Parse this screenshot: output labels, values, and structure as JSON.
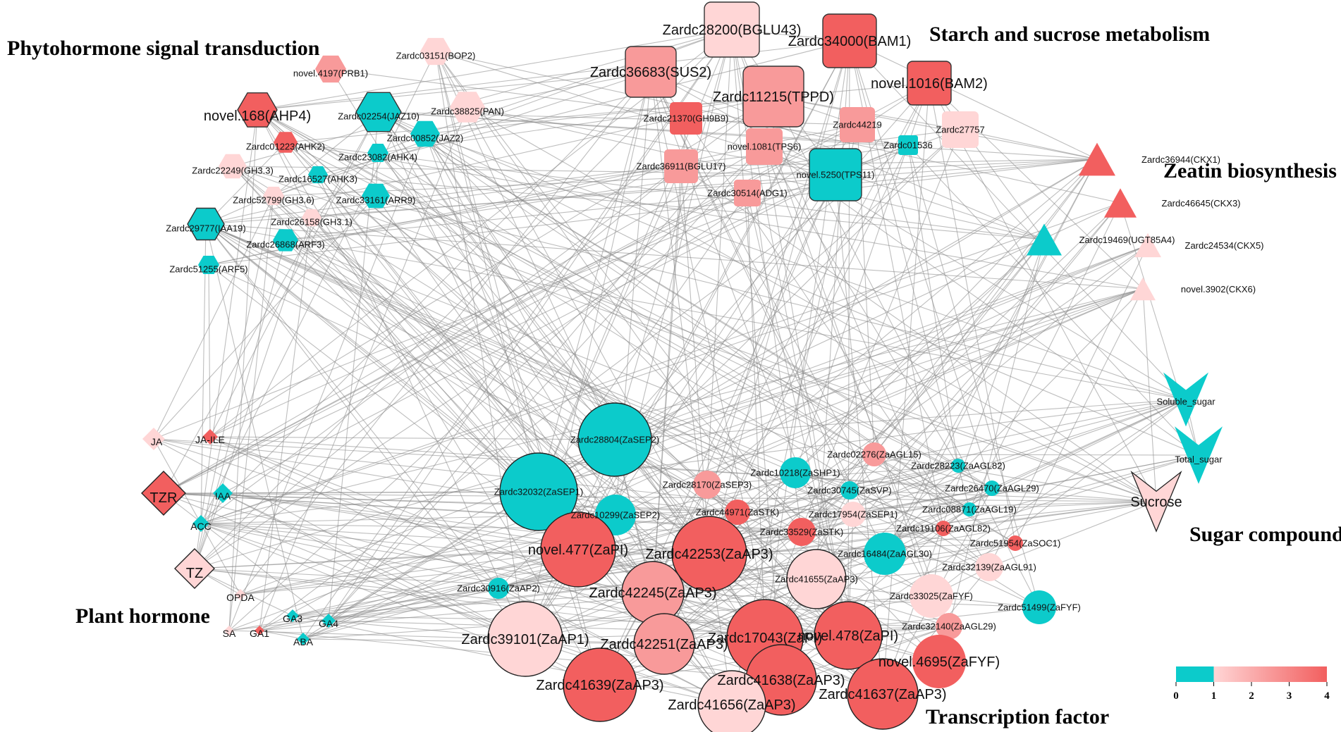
{
  "palette": {
    "teal": "#0ccbcb",
    "low": "#ffd6d6",
    "mid": "#f89a9a",
    "high": "#f25f5f",
    "edge": "#888888"
  },
  "group_labels": [
    {
      "id": "phyto",
      "text": "Phytohormone signal transduction"
    },
    {
      "id": "starch",
      "text": "Starch and sucrose metabolism"
    },
    {
      "id": "zeatin",
      "text": "Zeatin biosynthesis"
    },
    {
      "id": "plant",
      "text": "Plant hormone"
    },
    {
      "id": "sugar",
      "text": "Sugar compounds"
    },
    {
      "id": "tf",
      "text": "Transcription factor"
    }
  ],
  "legend": {
    "ticks": [
      "0",
      "1",
      "2",
      "3",
      "4"
    ],
    "colors": [
      "#0ccbcb",
      "#0ccbcb",
      "#ffd6d6",
      "#f89a9a",
      "#f25f5f"
    ]
  },
  "nodes": [
    {
      "id": "BOP2",
      "label": "Zardc03151(BOP2)",
      "shape": "hex",
      "color": "#ffd6d6"
    },
    {
      "id": "PRB1",
      "label": "novel.4197(PRB1)",
      "shape": "hex",
      "color": "#f89a9a"
    },
    {
      "id": "AHP4",
      "label": "novel.168(AHP4)",
      "shape": "hex",
      "color": "#f25f5f"
    },
    {
      "id": "JAZ10",
      "label": "Zardc02254(JAZ10)",
      "shape": "hex",
      "color": "#0ccbcb"
    },
    {
      "id": "PAN",
      "label": "Zardc38825(PAN)",
      "shape": "hex",
      "color": "#ffd6d6"
    },
    {
      "id": "JAZ2",
      "label": "Zardc00852(JAZ2)",
      "shape": "hex",
      "color": "#0ccbcb"
    },
    {
      "id": "AHK2",
      "label": "Zardc01223(AHK2)",
      "shape": "hex",
      "color": "#f25f5f"
    },
    {
      "id": "AHK4",
      "label": "Zardc23082(AHK4)",
      "shape": "hex",
      "color": "#0ccbcb"
    },
    {
      "id": "GH33",
      "label": "Zardc22249(GH3.3)",
      "shape": "hex",
      "color": "#ffd6d6"
    },
    {
      "id": "AHK3",
      "label": "Zardc16527(AHK3)",
      "shape": "hex",
      "color": "#0ccbcb"
    },
    {
      "id": "GH36",
      "label": "Zardc52799(GH3.6)",
      "shape": "hex",
      "color": "#ffd6d6"
    },
    {
      "id": "ARR9",
      "label": "Zardc33161(ARR9)",
      "shape": "hex",
      "color": "#0ccbcb"
    },
    {
      "id": "GH31",
      "label": "Zardc26158(GH3.1)",
      "shape": "hex",
      "color": "#ffd6d6"
    },
    {
      "id": "IAA19",
      "label": "Zardc29777(IAA19)",
      "shape": "hex",
      "color": "#0ccbcb"
    },
    {
      "id": "ARF3",
      "label": "Zardc26868(ARF3)",
      "shape": "hex",
      "color": "#0ccbcb"
    },
    {
      "id": "ARF5",
      "label": "Zardc51255(ARF5)",
      "shape": "hex",
      "color": "#0ccbcb"
    },
    {
      "id": "BGLU43",
      "label": "Zardc28200(BGLU43)",
      "shape": "rect",
      "color": "#ffd6d6"
    },
    {
      "id": "BAM1",
      "label": "Zardc34000(BAM1)",
      "shape": "rect",
      "color": "#f25f5f"
    },
    {
      "id": "SUS2",
      "label": "Zardc36683(SUS2)",
      "shape": "rect",
      "color": "#f89a9a"
    },
    {
      "id": "TPPD",
      "label": "Zardc11215(TPPD)",
      "shape": "rect",
      "color": "#f89a9a"
    },
    {
      "id": "BAM2",
      "label": "novel.1016(BAM2)",
      "shape": "rect",
      "color": "#f25f5f"
    },
    {
      "id": "GH9B9",
      "label": "Zardc21370(GH9B9)",
      "shape": "rect",
      "color": "#f25f5f"
    },
    {
      "id": "z44219",
      "label": "Zardc44219",
      "shape": "rect",
      "color": "#f89a9a"
    },
    {
      "id": "z27757",
      "label": "Zardc27757",
      "shape": "rect",
      "color": "#ffd6d6"
    },
    {
      "id": "TPS6",
      "label": "novel.1081(TPS6)",
      "shape": "rect",
      "color": "#f89a9a"
    },
    {
      "id": "z01536",
      "label": "Zardc01536",
      "shape": "rect",
      "color": "#0ccbcb"
    },
    {
      "id": "BGLU17",
      "label": "Zardc36911(BGLU17)",
      "shape": "rect",
      "color": "#f89a9a"
    },
    {
      "id": "TPS11",
      "label": "novel.5250(TPS11)",
      "shape": "rect",
      "color": "#0ccbcb"
    },
    {
      "id": "ADG1",
      "label": "Zardc30514(ADG1)",
      "shape": "rect",
      "color": "#f89a9a"
    },
    {
      "id": "CKX1",
      "label": "Zardc36944(CKX1)",
      "shape": "tri",
      "color": "#f25f5f"
    },
    {
      "id": "CKX3",
      "label": "Zardc46645(CKX3)",
      "shape": "tri",
      "color": "#f25f5f"
    },
    {
      "id": "UGT85A4",
      "label": "Zardc19469(UGT85A4)",
      "shape": "tri",
      "color": "#0ccbcb"
    },
    {
      "id": "CKX5",
      "label": "Zardc24534(CKX5)",
      "shape": "tri",
      "color": "#ffd6d6"
    },
    {
      "id": "CKX6",
      "label": "novel.3902(CKX6)",
      "shape": "tri",
      "color": "#ffd6d6"
    },
    {
      "id": "soluble",
      "label": "Soluble_sugar",
      "shape": "vee",
      "color": "#0ccbcb"
    },
    {
      "id": "total",
      "label": "Total_sugar",
      "shape": "vee",
      "color": "#0ccbcb"
    },
    {
      "id": "sucrose",
      "label": "Sucrose",
      "shape": "vee",
      "color": "#ffd6d6"
    },
    {
      "id": "JA",
      "label": "JA",
      "shape": "diamond",
      "color": "#ffd6d6"
    },
    {
      "id": "JAILE",
      "label": "JA-ILE",
      "shape": "diamond",
      "color": "#f25f5f"
    },
    {
      "id": "TZR",
      "label": "TZR",
      "shape": "diamond",
      "color": "#f25f5f"
    },
    {
      "id": "IAA",
      "label": "IAA",
      "shape": "diamond",
      "color": "#0ccbcb"
    },
    {
      "id": "ACC",
      "label": "ACC",
      "shape": "diamond",
      "color": "#0ccbcb"
    },
    {
      "id": "TZ",
      "label": "TZ",
      "shape": "diamond",
      "color": "#ffd6d6"
    },
    {
      "id": "OPDA",
      "label": "OPDA",
      "shape": "diamond",
      "color": "#ffd6d6"
    },
    {
      "id": "GA3",
      "label": "GA3",
      "shape": "diamond",
      "color": "#0ccbcb"
    },
    {
      "id": "GA4",
      "label": "GA4",
      "shape": "diamond",
      "color": "#0ccbcb"
    },
    {
      "id": "SA",
      "label": "SA",
      "shape": "diamond",
      "color": "#ffd6d6"
    },
    {
      "id": "GA1",
      "label": "GA1",
      "shape": "diamond",
      "color": "#f25f5f"
    },
    {
      "id": "ABA",
      "label": "ABA",
      "shape": "diamond",
      "color": "#0ccbcb"
    },
    {
      "id": "SEP2a",
      "label": "Zardc28804(ZaSEP2)",
      "shape": "circle",
      "color": "#0ccbcb"
    },
    {
      "id": "SEP1a",
      "label": "Zardc32032(ZaSEP1)",
      "shape": "circle",
      "color": "#0ccbcb"
    },
    {
      "id": "SEP2b",
      "label": "Zardc10299(ZaSEP2)",
      "shape": "circle",
      "color": "#0ccbcb"
    },
    {
      "id": "SEP3",
      "label": "Zardc28170(ZaSEP3)",
      "shape": "circle",
      "color": "#f89a9a"
    },
    {
      "id": "SHP1",
      "label": "Zardc10218(ZaSHP1)",
      "shape": "circle",
      "color": "#0ccbcb"
    },
    {
      "id": "AGL15",
      "label": "Zardc02276(ZaAGL15)",
      "shape": "circle",
      "color": "#f89a9a"
    },
    {
      "id": "AGL82a",
      "label": "Zardc28223(ZaAGL82)",
      "shape": "circle",
      "color": "#0ccbcb"
    },
    {
      "id": "SVP",
      "label": "Zardc30745(ZaSVP)",
      "shape": "circle",
      "color": "#0ccbcb"
    },
    {
      "id": "AGL29a",
      "label": "Zardc26470(ZaAGL29)",
      "shape": "circle",
      "color": "#0ccbcb"
    },
    {
      "id": "STKa",
      "label": "Zardc44971(ZaSTK)",
      "shape": "circle",
      "color": "#f25f5f"
    },
    {
      "id": "SEP1b",
      "label": "Zardc17954(ZaSEP1)",
      "shape": "circle",
      "color": "#ffd6d6"
    },
    {
      "id": "AGL19",
      "label": "Zardc08871(ZaAGL19)",
      "shape": "circle",
      "color": "#0ccbcb"
    },
    {
      "id": "AGL82b",
      "label": "Zardc19106(ZaAGL82)",
      "shape": "circle",
      "color": "#f25f5f"
    },
    {
      "id": "STKb",
      "label": "Zardc33529(ZaSTK)",
      "shape": "circle",
      "color": "#f25f5f"
    },
    {
      "id": "PIa",
      "label": "novel.477(ZaPI)",
      "shape": "circle",
      "color": "#f25f5f"
    },
    {
      "id": "AP3a",
      "label": "Zardc42253(ZaAP3)",
      "shape": "circle",
      "color": "#f25f5f"
    },
    {
      "id": "AGL30",
      "label": "Zardc16484(ZaAGL30)",
      "shape": "circle",
      "color": "#0ccbcb"
    },
    {
      "id": "SOC1",
      "label": "Zardc51954(ZaSOC1)",
      "shape": "circle",
      "color": "#f25f5f"
    },
    {
      "id": "AGL91",
      "label": "Zardc32139(ZaAGL91)",
      "shape": "circle",
      "color": "#ffd6d6"
    },
    {
      "id": "AP3b",
      "label": "Zardc41655(ZaAP3)",
      "shape": "circle",
      "color": "#ffd6d6"
    },
    {
      "id": "AP2",
      "label": "Zardc30916(ZaAP2)",
      "shape": "circle",
      "color": "#0ccbcb"
    },
    {
      "id": "AP3c",
      "label": "Zardc42245(ZaAP3)",
      "shape": "circle",
      "color": "#f89a9a"
    },
    {
      "id": "FYFa",
      "label": "Zardc33025(ZaFYF)",
      "shape": "circle",
      "color": "#ffd6d6"
    },
    {
      "id": "FYFb",
      "label": "Zardc51499(ZaFYF)",
      "shape": "circle",
      "color": "#0ccbcb"
    },
    {
      "id": "AP1",
      "label": "Zardc39101(ZaAP1)",
      "shape": "circle",
      "color": "#ffd6d6"
    },
    {
      "id": "PIb",
      "label": "Zardc17043(ZaPI)",
      "shape": "circle",
      "color": "#f25f5f"
    },
    {
      "id": "PIc",
      "label": "novel.478(ZaPI)",
      "shape": "circle",
      "color": "#f25f5f"
    },
    {
      "id": "AGL29b",
      "label": "Zardc32140(ZaAGL29)",
      "shape": "circle",
      "color": "#f89a9a"
    },
    {
      "id": "AP3d",
      "label": "Zardc42251(ZaAP3)",
      "shape": "circle",
      "color": "#f89a9a"
    },
    {
      "id": "AP3e",
      "label": "Zardc41638(ZaAP3)",
      "shape": "circle",
      "color": "#f25f5f"
    },
    {
      "id": "FYFc",
      "label": "novel.4695(ZaFYF)",
      "shape": "circle",
      "color": "#f25f5f"
    },
    {
      "id": "AP3f",
      "label": "Zardc41639(ZaAP3)",
      "shape": "circle",
      "color": "#f25f5f"
    },
    {
      "id": "AP3g",
      "label": "Zardc41637(ZaAP3)",
      "shape": "circle",
      "color": "#f25f5f"
    },
    {
      "id": "AP3h",
      "label": "Zardc41656(ZaAP3)",
      "shape": "circle",
      "color": "#ffd6d6"
    }
  ]
}
